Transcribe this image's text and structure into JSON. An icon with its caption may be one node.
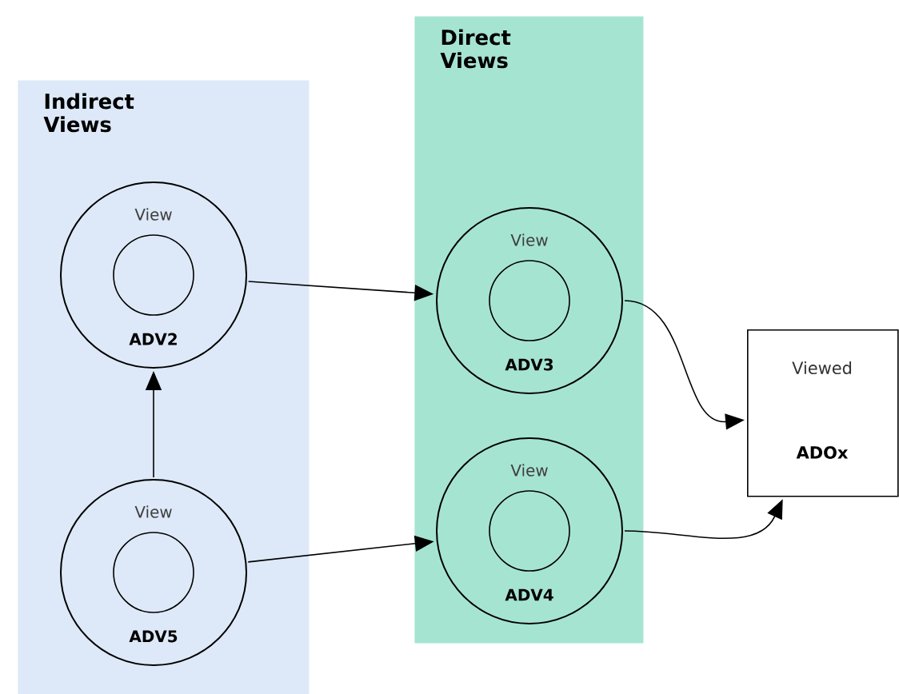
{
  "diagram": {
    "nodes": [
      {
        "text": [
          "Indirect Views"
        ]
      },
      {
        "text": [
          "View",
          "ADV2"
        ],
        "in": 0
      },
      {
        "text": [
          "View",
          "ADV5"
        ],
        "in": 0
      },
      {
        "text": [
          "Direct Views"
        ]
      },
      {
        "text": [
          "View",
          "ADV3"
        ],
        "in": 3
      },
      {
        "text": [
          "View",
          "ADV4"
        ],
        "in": 3
      },
      {
        "text": [
          "Viewed",
          "ADOx"
        ]
      }
    ],
    "edges": [
      {
        "from": 1,
        "to": 4,
        "arrow": "to"
      },
      {
        "from": 2,
        "to": 1,
        "arrow": "to"
      },
      {
        "from": 2,
        "to": 5,
        "arrow": "to"
      },
      {
        "from": 4,
        "to": 6,
        "arrow": "to"
      },
      {
        "from": 5,
        "to": 6,
        "arrow": "to"
      }
    ]
  }
}
